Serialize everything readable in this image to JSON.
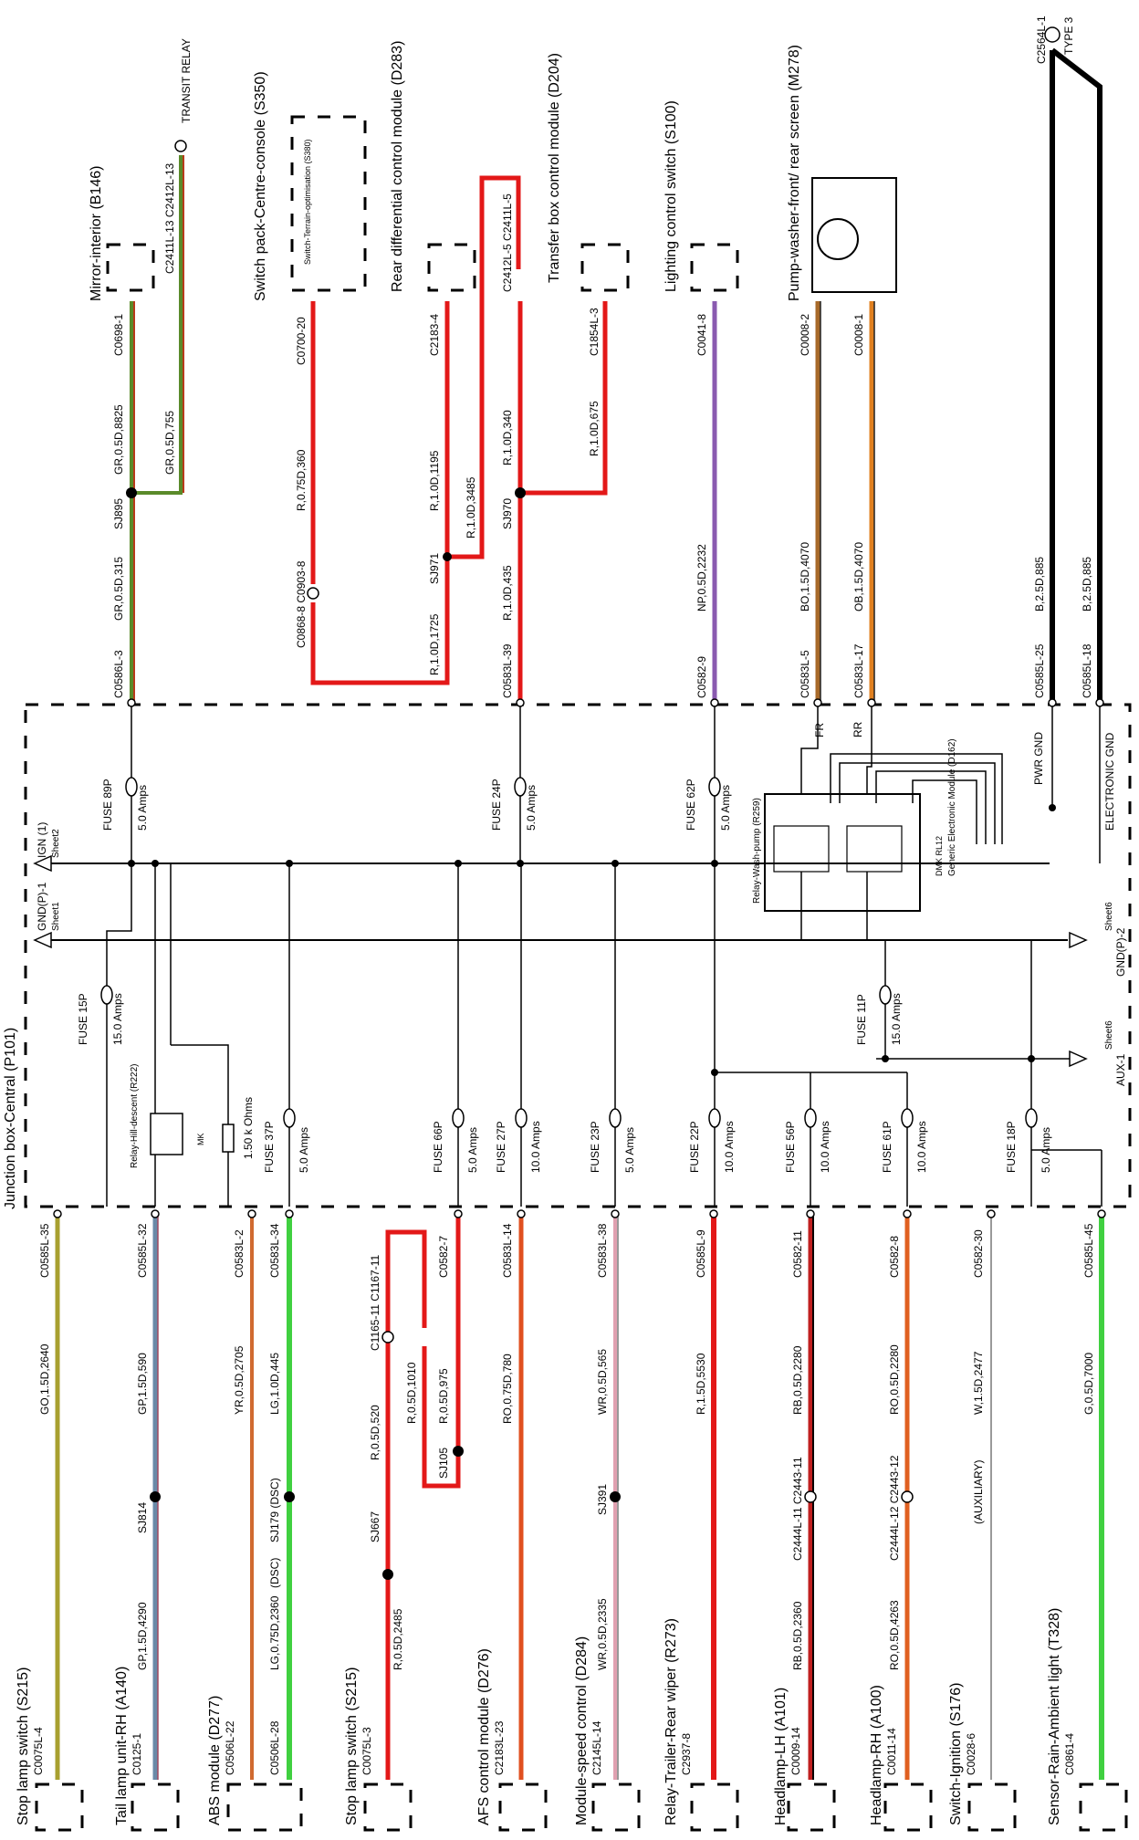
{
  "junction_box": {
    "title": "Junction box-Central (P101)",
    "ign_label": "IGN (1)",
    "ign_sheet": "Sheet2",
    "gnd_label": "GND(P)-1",
    "gnd_sheet": "Sheet1",
    "gnd_right_label": "GND(P)-2",
    "gnd_right_sheet": "Sheet6",
    "aux_label": "AUX-1",
    "aux_sheet": "Sheet6",
    "pwr_gnd": "PWR GND",
    "electronic_gnd": "ELECTRONIC GND",
    "fr": "FR",
    "rr": "RR",
    "relay_hill": "Relay-Hill-descent (R222)",
    "resistor": "1.50 k Ohms",
    "mk": "MK",
    "relay_wash": "Relay-Wash-pump (R259)",
    "gem_ref": "DMK RL12",
    "gem": "Generic Electronic Module (D162)"
  },
  "top_components": [
    {
      "name": "Mirror-interior (B146)",
      "pin": "C0698-1",
      "wire1": "GR,0.5D,8825",
      "wire2": "GR,0.5D,755",
      "splice": "SJ895",
      "wire3": "GR,0.5D,315",
      "jb_pin": "C0586L-3"
    },
    {
      "name": "Switch pack-Centre-console (S350)",
      "sub": "Switch-Terrain-optimisation (S380)",
      "pin": "C0700-20",
      "wire1": "R,0.75D,360",
      "conn": "C0868-8 C0903-8",
      "wire3": "R,1.0D,1725"
    },
    {
      "name": "Rear differential control module (D283)",
      "pin": "C2183-4",
      "wire1": "R,1.0D,1195",
      "wire2": "R,1.0D,3485",
      "splice": "SJ971"
    },
    {
      "name": "Transfer box control module (D204)",
      "pin": "C1854L-3",
      "wire1": "R,1.0D,675",
      "conn": "C2412L-5 C2411L-5",
      "wire2": "R,1.0D,340",
      "splice": "SJ970",
      "wire3": "R,1.0D,435",
      "jb_pin": "C0583L-39"
    },
    {
      "name": "Lighting control switch (S100)",
      "pin": "C0041-8",
      "wire1": "NP,0.5D,2232",
      "jb_pin": "C0582-9"
    },
    {
      "name": "Pump-washer-front/ rear screen (M278)",
      "pin1": "C0008-2",
      "pin2": "C0008-1",
      "wire1": "BO,1.5D,4070",
      "wire2": "OB,1.5D,4070",
      "jb_pin1": "C0583L-5",
      "jb_pin2": "C0583L-17"
    },
    {
      "name": "C2564L-1",
      "sub": "TYPE 3",
      "wire1": "B,2.5D,885",
      "wire2": "B,2.5D,885",
      "jb_pin1": "C0585L-25",
      "jb_pin2": "C0585L-18"
    }
  ],
  "transit_relay": {
    "label": "TRANSIT RELAY",
    "conn": "C2411L-13 C2412L-13"
  },
  "fuses_top": [
    {
      "name": "FUSE 89P",
      "amps": "5.0 Amps"
    },
    {
      "name": "FUSE 24P",
      "amps": "5.0 Amps"
    },
    {
      "name": "FUSE 62P",
      "amps": "5.0 Amps"
    }
  ],
  "fuses_mid": [
    {
      "name": "FUSE 15P",
      "amps": "15.0 Amps"
    },
    {
      "name": "FUSE 11P",
      "amps": "15.0 Amps"
    }
  ],
  "fuses_bottom": [
    {
      "name": "FUSE 37P",
      "amps": "5.0 Amps"
    },
    {
      "name": "FUSE 66P",
      "amps": "5.0 Amps"
    },
    {
      "name": "FUSE 27P",
      "amps": "10.0 Amps"
    },
    {
      "name": "FUSE 23P",
      "amps": "5.0 Amps"
    },
    {
      "name": "FUSE 22P",
      "amps": "10.0 Amps"
    },
    {
      "name": "FUSE 56P",
      "amps": "10.0 Amps"
    },
    {
      "name": "FUSE 61P",
      "amps": "10.0 Amps"
    },
    {
      "name": "FUSE 18P",
      "amps": "5.0 Amps"
    }
  ],
  "bottom_components": [
    {
      "name": "Stop lamp switch (S215)",
      "pin": "C0075L-4",
      "w1": "GO,1.5D,2640",
      "jb": "C0585L-35"
    },
    {
      "name": "Tail lamp unit-RH (A140)",
      "pin": "C0125-1",
      "w1": "GP,1.5D,4290",
      "splice": "SJ814",
      "w2": "GP,1.5D,590",
      "jb": "C0585L-32"
    },
    {
      "name": "ABS module (D277)",
      "pin": "C0506L-22",
      "pin2": "C0506L-28",
      "w1": "LG,0.75D,2360",
      "dsc": "(DSC)",
      "splice": "SJ179 (DSC)",
      "w2": "LG,1.0D,445",
      "w3": "YR,0.5D,2705",
      "jb": "C0583L-2",
      "jb2": "C0583L-34"
    },
    {
      "name": "Stop lamp switch (S215)",
      "pin": "C0075L-3",
      "w1": "R,0.5D,2485",
      "splice": "SJ667",
      "w2": "R,0.5D,520",
      "conn": "C1165-11 C1167-11",
      "w3": "R,0.5D,1010",
      "splice2": "SJ105",
      "w4": "R,0.5D,975",
      "jb": "C0582-7"
    },
    {
      "name": "AFS control module (D276)",
      "pin": "C2183L-23",
      "w1": "RO,0.75D,780",
      "jb": "C0583L-14"
    },
    {
      "name": "Module-speed control (D284)",
      "pin": "C2145L-14",
      "w1": "WR,0.5D,2335",
      "splice": "SJ391",
      "w2": "WR,0.5D,565",
      "jb": "C0583L-38"
    },
    {
      "name": "Relay-Trailer-Rear wiper (R273)",
      "pin": "C2937-8",
      "w1": "R,1.5D,5530",
      "jb": "C0585L-9"
    },
    {
      "name": "Headlamp-LH (A101)",
      "pin": "C0009-14",
      "w1": "RB,0.5D,2360",
      "conn": "C2444L-11 C2443-11",
      "w2": "RB,0.5D,2280",
      "jb": "C0582-11"
    },
    {
      "name": "Headlamp-RH (A100)",
      "pin": "C0011-14",
      "w1": "RO,0.5D,4263",
      "conn": "C2444L-12 C2443-12",
      "w2": "RO,0.5D,2280",
      "jb": "C0582-8"
    },
    {
      "name": "Switch-Ignition (S176)",
      "pin": "C0028-6",
      "w1": "(AUXILIARY)",
      "w2": "W,1.5D,2477",
      "jb": "C0582-30"
    },
    {
      "name": "Sensor-Rain-Ambient light (T328)",
      "pin": "C0861-4",
      "w1": "G,0.5D,7000",
      "jb": "C0585L-45"
    }
  ]
}
